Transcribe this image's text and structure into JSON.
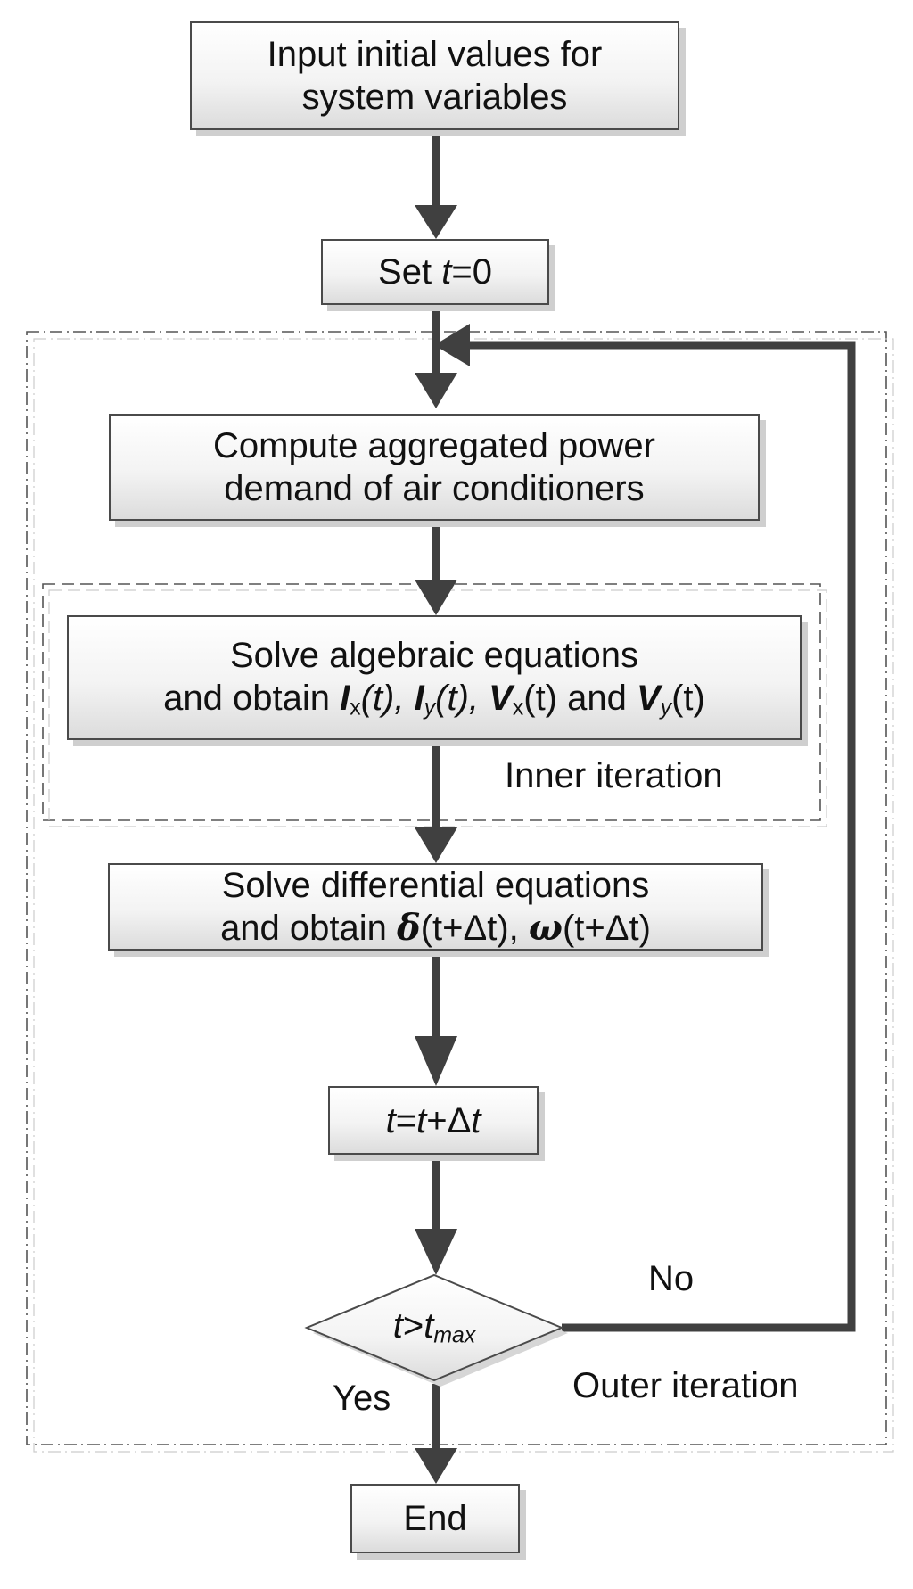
{
  "nodes": {
    "input_initial": {
      "line1": "Input initial values for",
      "line2": "system variables"
    },
    "set_t": {
      "prefix": "Set ",
      "var": "t",
      "suffix": "=0"
    },
    "compute_power": {
      "line1": "Compute aggregated power",
      "line2": "demand of air conditioners"
    },
    "solve_algebraic": {
      "line1": "Solve algebraic equations",
      "line2": {
        "lead": "and obtain ",
        "I": "I",
        "sub_x": "x",
        "sub_y": "y",
        "V": "V",
        "t_arg": "(t)",
        "sep": ", ",
        "and": " and "
      }
    },
    "solve_differential": {
      "line1": "Solve differential equations",
      "line2": {
        "lead": "and obtain ",
        "delta": "δ",
        "omega": "ω",
        "arg": "(t+Δt)",
        "sep": ", "
      }
    },
    "increment": {
      "t": "t",
      "eq": "=",
      "t2": "t",
      "plus": "+Δ",
      "t3": "t"
    },
    "decision": {
      "t": "t",
      "gt": ">",
      "t2": "t",
      "sub": "max"
    },
    "end": {
      "label": "End"
    }
  },
  "edge_labels": {
    "no": "No",
    "yes": "Yes"
  },
  "groups": {
    "inner": "Inner iteration",
    "outer": "Outer iteration"
  },
  "colors": {
    "arrow": "#404040",
    "border": "#4a4a4a",
    "shadow": "#cfcfcf",
    "frame": "#555555"
  }
}
